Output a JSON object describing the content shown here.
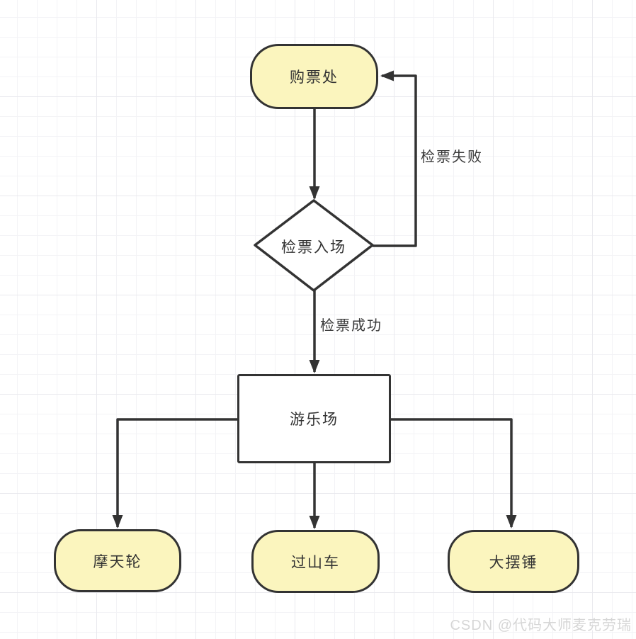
{
  "diagram": {
    "type": "flowchart",
    "nodes": {
      "ticket_office": {
        "label": "购票处",
        "shape": "stadium",
        "fill": "#FBF5BE"
      },
      "ticket_check": {
        "label": "检票入场",
        "shape": "diamond",
        "fill": "#FFFFFF"
      },
      "playground": {
        "label": "游乐场",
        "shape": "rect",
        "fill": "#FFFFFF"
      },
      "ferris_wheel": {
        "label": "摩天轮",
        "shape": "stadium",
        "fill": "#FBF5BE"
      },
      "roller_coaster": {
        "label": "过山车",
        "shape": "stadium",
        "fill": "#FBF5BE"
      },
      "giant_pendulum": {
        "label": "大摆锤",
        "shape": "stadium",
        "fill": "#FBF5BE"
      }
    },
    "edges": [
      {
        "from": "ticket_office",
        "to": "ticket_check",
        "label": ""
      },
      {
        "from": "ticket_check",
        "to": "ticket_office",
        "label": "检票失败"
      },
      {
        "from": "ticket_check",
        "to": "playground",
        "label": "检票成功"
      },
      {
        "from": "playground",
        "to": "ferris_wheel",
        "label": ""
      },
      {
        "from": "playground",
        "to": "roller_coaster",
        "label": ""
      },
      {
        "from": "playground",
        "to": "giant_pendulum",
        "label": ""
      }
    ],
    "colors": {
      "stroke": "#333333",
      "node_fill_yellow": "#FBF5BE",
      "node_fill_white": "#FFFFFF",
      "grid_minor": "#F3F3F6",
      "grid_major": "#E9E9EE",
      "label_text": "#333333",
      "watermark_text": "#D6D6D6"
    },
    "watermark": "CSDN @代码大师麦克劳瑞"
  }
}
